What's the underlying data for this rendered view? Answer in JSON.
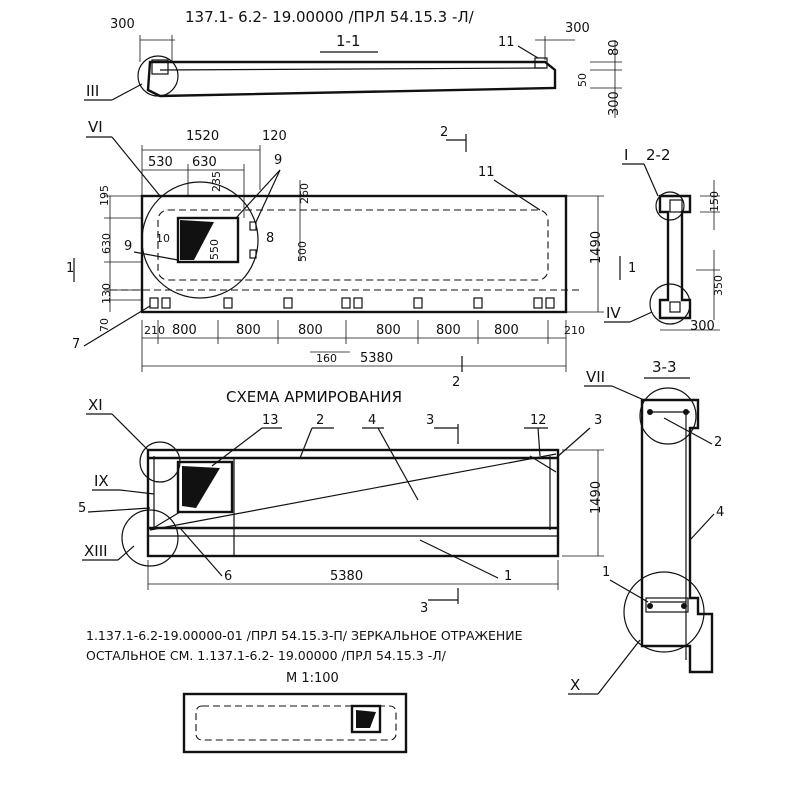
{
  "title_main": "137.1- 6.2- 19.00000 /ПРЛ 54.15.3 -Л/",
  "section_labels": {
    "s11": "1-1",
    "s22": "2-2",
    "s33": "3-3",
    "cut1_left": "1",
    "cut1_right": "1",
    "cut2_top": "2",
    "cut2_bottom": "2",
    "cut3_top": "3",
    "cut3_bottom": "3"
  },
  "schema_title": "СХЕМА   АРМИРОВАНИЯ",
  "roman": {
    "III": "III",
    "VI": "VI",
    "I": "I",
    "IV": "IV",
    "XI": "XI",
    "IX": "IX",
    "XIII": "XIII",
    "VII": "VII",
    "X": "X"
  },
  "positions": {
    "p1": "1",
    "p2": "2",
    "p3": "3",
    "p4": "4",
    "p5": "5",
    "p6": "6",
    "p7": "7",
    "p8": "8",
    "p9a": "9",
    "p9b": "9",
    "p10": "10",
    "p11a": "11",
    "p11b": "11",
    "p12": "12",
    "p13": "13",
    "s33_1": "1",
    "s33_2": "2",
    "s33_4": "4"
  },
  "dims": {
    "d300_left": "300",
    "d300_right": "300",
    "d80": "80",
    "d50": "50",
    "d300_v": "300",
    "d1520": "1520",
    "d120": "120",
    "d530": "530",
    "d630": "630",
    "d235": "235",
    "d260": "260",
    "d195": "195",
    "d630_v": "630",
    "d130": "130",
    "d70": "70",
    "d550": "550",
    "d500": "500",
    "d1490": "1490",
    "d150": "150",
    "d350": "350",
    "d300_22": "300",
    "d210_l": "210",
    "d800_1": "800",
    "d800_2": "800",
    "d800_3": "800",
    "d800_4": "800",
    "d800_5": "800",
    "d800_6": "800",
    "d210_r": "210",
    "d160": "160",
    "d5380": "5380",
    "d1490_b": "1490",
    "d5380_b": "5380"
  },
  "note_line1": "1.137.1-6.2-19.00000-01 /ПРЛ 54.15.3-П/ ЗЕРКАЛЬНОЕ ОТРАЖЕНИЕ",
  "note_line2": "ОСТАЛЬНОЕ СМ. 1.137.1-6.2- 19.00000 /ПРЛ 54.15.3 -Л/",
  "scale": "М 1:100"
}
